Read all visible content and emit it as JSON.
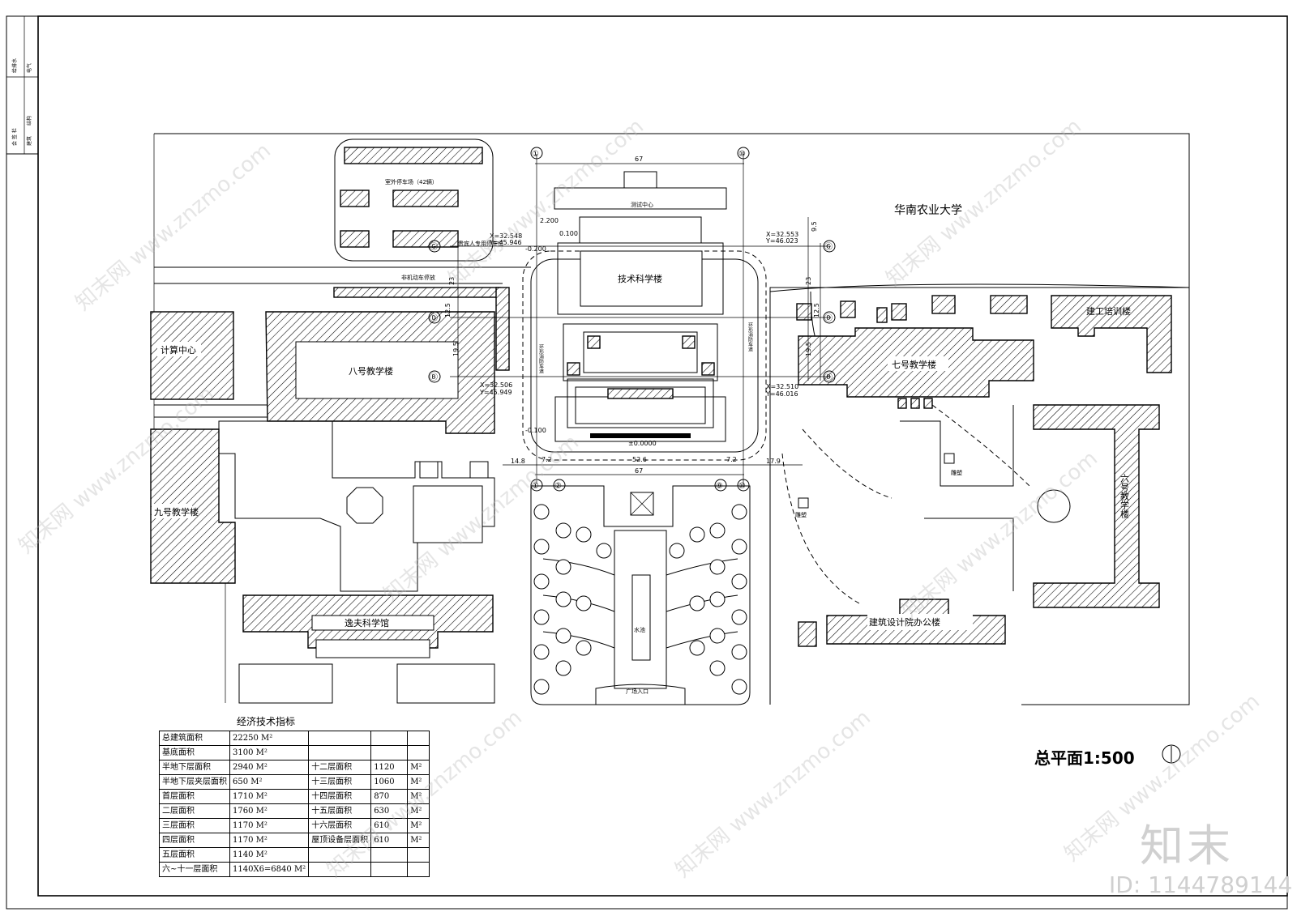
{
  "campus": "华南农业大学",
  "title_block": [
    "会 签 栏",
    "建筑",
    "结构",
    "给排水",
    "电气",
    "暖通",
    "总图"
  ],
  "buildings": {
    "tech_science": "技术科学楼",
    "tower_top": "测试中心",
    "bldg8": "八号教学楼",
    "computing": "计算中心",
    "bldg9": "九号教学楼",
    "bldg7": "七号教学楼",
    "bldg6": "六号教学楼",
    "eng_training": "建工培训楼",
    "design_office": "建筑设计院办公楼",
    "yifu": "逸夫科学馆",
    "parking": "室外停车场（42辆）",
    "plaza_entry": "广场入口",
    "plaza": "水池",
    "sculpture1": "雕塑",
    "sculpture2": "雕塑",
    "bike": "非机动车停放",
    "vip_parking": "贵宾人专用停车位",
    "fire_lane_left": "环形消防车道",
    "fire_lane_right": "环形消防车道"
  },
  "axes": [
    "①",
    "⑩",
    "Ⓖ",
    "Ⓓ",
    "Ⓑ",
    "Ⓖ",
    "Ⓓ",
    "Ⓑ",
    "①",
    "②",
    "⑨",
    "⑩"
  ],
  "dims": {
    "top67": "67",
    "bot67": "67",
    "d72a": "7.2",
    "d526": "52.6",
    "d72b": "7.2",
    "d148": "14.8",
    "d179": "17.9",
    "d23": "23",
    "d125": "12.5",
    "d195": "19.5",
    "d95": "9.5",
    "d23r": "23",
    "d125r": "12.5",
    "d195r": "19.5",
    "el_2200": "2.200",
    "el_0100a": "0.100",
    "el_m0200": "-0.200",
    "el_m0100": "-0.100",
    "el_0000": "±0.0000",
    "coordA1": "X=32.548",
    "coordA2": "Y=45.946",
    "coordB1": "X=32.553",
    "coordB2": "Y=46.023",
    "coordC1": "X=32.506",
    "coordC2": "Y=45.949",
    "coordD1": "X=32.510",
    "coordD2": "Y=46.016"
  },
  "table": {
    "title": "经济技术指标",
    "rows": [
      [
        "总建筑面积",
        "22250 M²",
        "",
        "",
        ""
      ],
      [
        "基底面积",
        "3100 M²",
        "",
        "",
        ""
      ],
      [
        "半地下层面积",
        "2940 M²",
        "十二层面积",
        "1120",
        "M²"
      ],
      [
        "半地下层夹层面积",
        "650 M²",
        "十三层面积",
        "1060",
        "M²"
      ],
      [
        "首层面积",
        "1710 M²",
        "十四层面积",
        "870",
        "M²"
      ],
      [
        "二层面积",
        "1760 M²",
        "十五层面积",
        "630",
        "M²"
      ],
      [
        "三层面积",
        "1170 M²",
        "十六层面积",
        "610",
        "M²"
      ],
      [
        "四层面积",
        "1170 M²",
        "屋顶设备层面积",
        "610",
        "M²"
      ],
      [
        "五层面积",
        "1140 M²",
        "",
        "",
        ""
      ],
      [
        "六~十一层面积",
        "1140X6=6840 M²",
        "",
        "",
        ""
      ]
    ]
  },
  "plan_title": "总平面1:500",
  "north": "①",
  "brand": "知末",
  "id": "ID: 1144789144",
  "watermark": "知末网 www.znzmo.com"
}
